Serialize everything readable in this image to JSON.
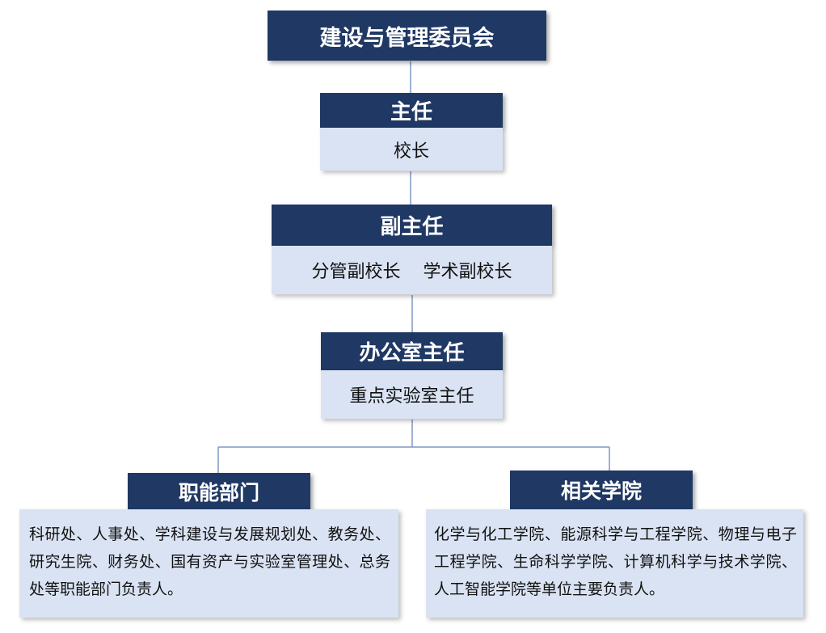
{
  "committee": {
    "title": "建设与管理委员会"
  },
  "director": {
    "title": "主任",
    "member": "校长"
  },
  "deputy": {
    "title": "副主任",
    "members": [
      "分管副校长",
      "学术副校长"
    ]
  },
  "office": {
    "title": "办公室主任",
    "member": "重点实验室主任"
  },
  "departments": {
    "title": "职能部门",
    "description": "科研处、人事处、学科建设与发展规划处、教务处、研究生院、财务处、国有资产与实验室管理处、总务处等职能部门负责人。"
  },
  "colleges": {
    "title": "相关学院",
    "description": "化学与化工学院、能源科学与工程学院、物理与电子工程学院、生命科学学院、计算机科学与技术学院、人工智能学院等单位主要负责人。"
  },
  "colors": {
    "header_bg": "#1f3864",
    "body_bg": "#dae3f3",
    "connector": "#7f97c4"
  }
}
